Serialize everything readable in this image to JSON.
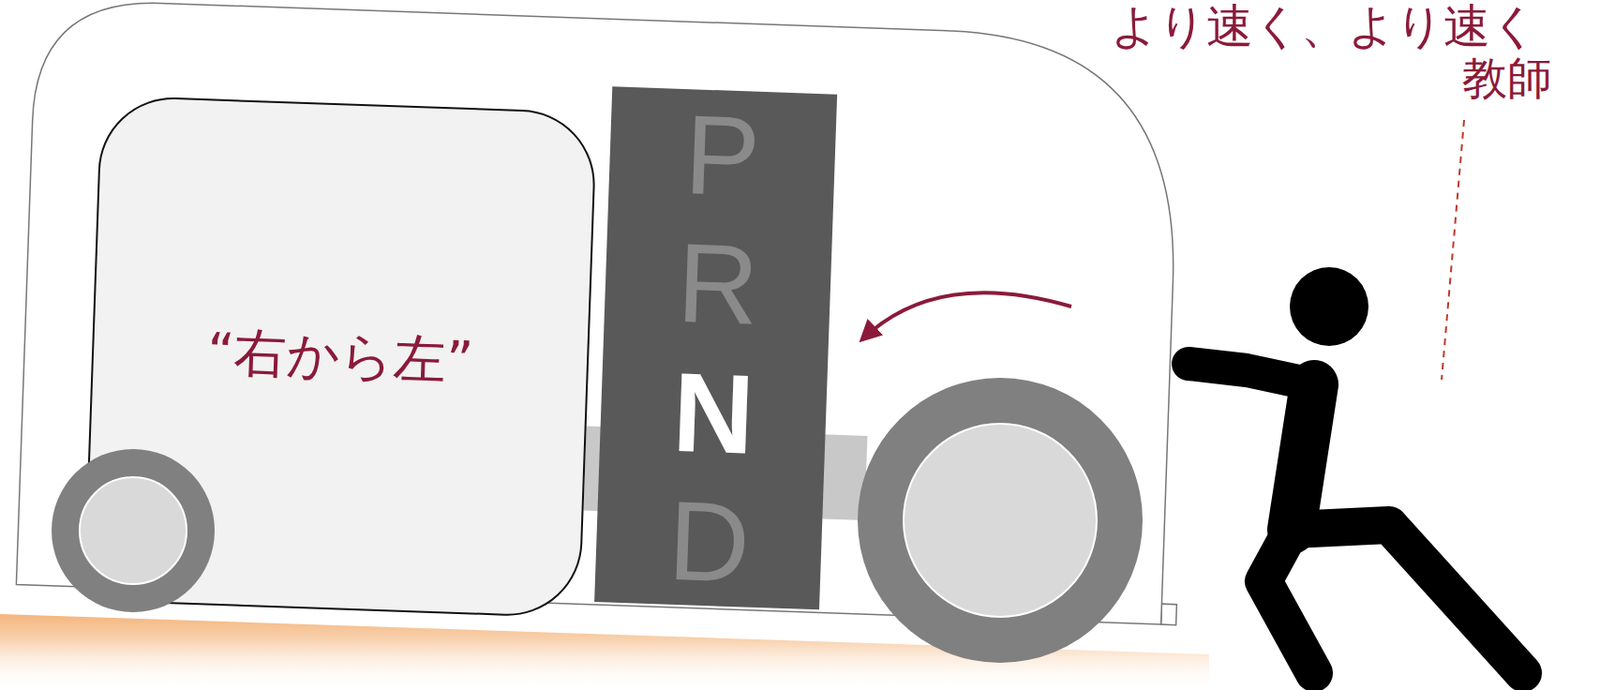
{
  "diagram": {
    "nodes": [
      {
        "text": [
          "“右から左”"
        ]
      },
      {
        "text": [
          "P",
          "R",
          "N",
          "D"
        ]
      }
    ],
    "labels": [
      "教師",
      "より速く、より速く"
    ]
  }
}
